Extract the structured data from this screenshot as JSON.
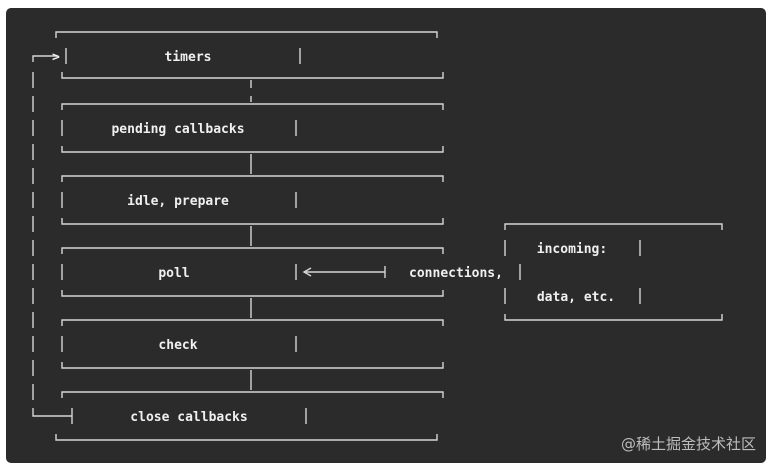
{
  "diagram": {
    "phases": {
      "timers": "timers",
      "pending_callbacks": "pending callbacks",
      "idle_prepare": "idle, prepare",
      "poll": "poll",
      "check": "check",
      "close_callbacks": "close callbacks"
    },
    "incoming": {
      "line1": "incoming:",
      "line2": "connections,",
      "line3": "data, etc."
    },
    "arrow_glyph": ">"
  },
  "watermark": "@稀土掘金技术社区",
  "colors": {
    "background": "#2b2b2b",
    "line": "#d6d6d6",
    "text": "#f0f0f0",
    "watermark": "#bdbdbd"
  }
}
